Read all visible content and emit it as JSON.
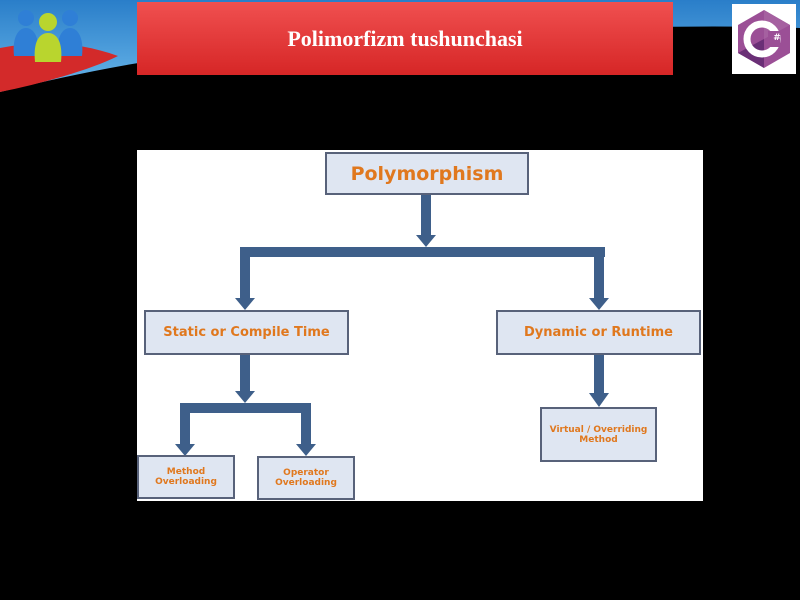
{
  "slide": {
    "title": "Polimorfizm tushunchasi"
  },
  "logos": {
    "left": "people-group-logo",
    "right": "csharp-logo",
    "csharp_glyph": "C#"
  },
  "diagram": {
    "root": "Polymorphism",
    "static": "Static or Compile Time",
    "dynamic": "Dynamic or Runtime",
    "method_overloading": "Method Overloading",
    "operator_overloading": "Operator Overloading",
    "virtual_overriding": "Virtual / Overriding Method",
    "colors": {
      "box_fill": "#dfe6f2",
      "box_border": "#58627a",
      "text": "#e0781e",
      "arrow": "#3e5f8a"
    }
  }
}
